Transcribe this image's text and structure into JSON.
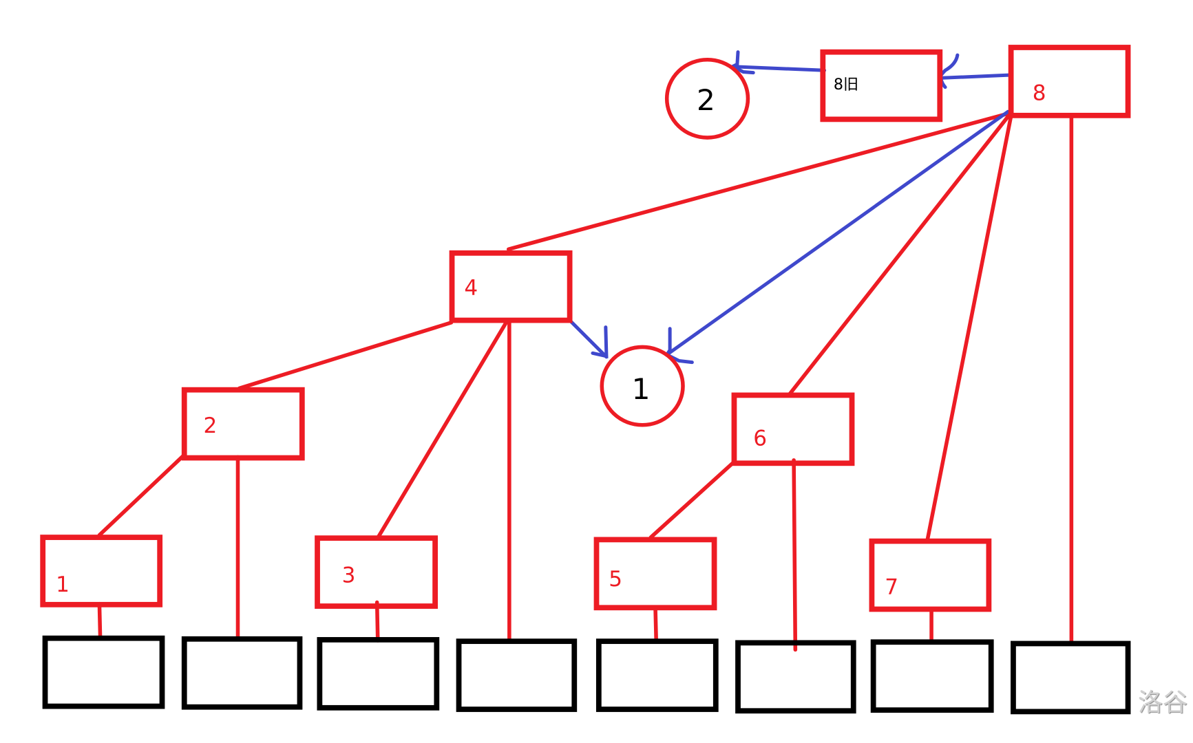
{
  "nodes": {
    "n1": "1",
    "n2": "2",
    "n3": "3",
    "n4": "4",
    "n5": "5",
    "n6": "6",
    "n7": "7",
    "n8": "8",
    "old8": "8旧"
  },
  "circles": {
    "c1": "1",
    "c2": "2"
  },
  "watermark": "洛谷",
  "colors": {
    "red": "#ed1c24",
    "blue": "#3f48cc",
    "black": "#000000"
  }
}
